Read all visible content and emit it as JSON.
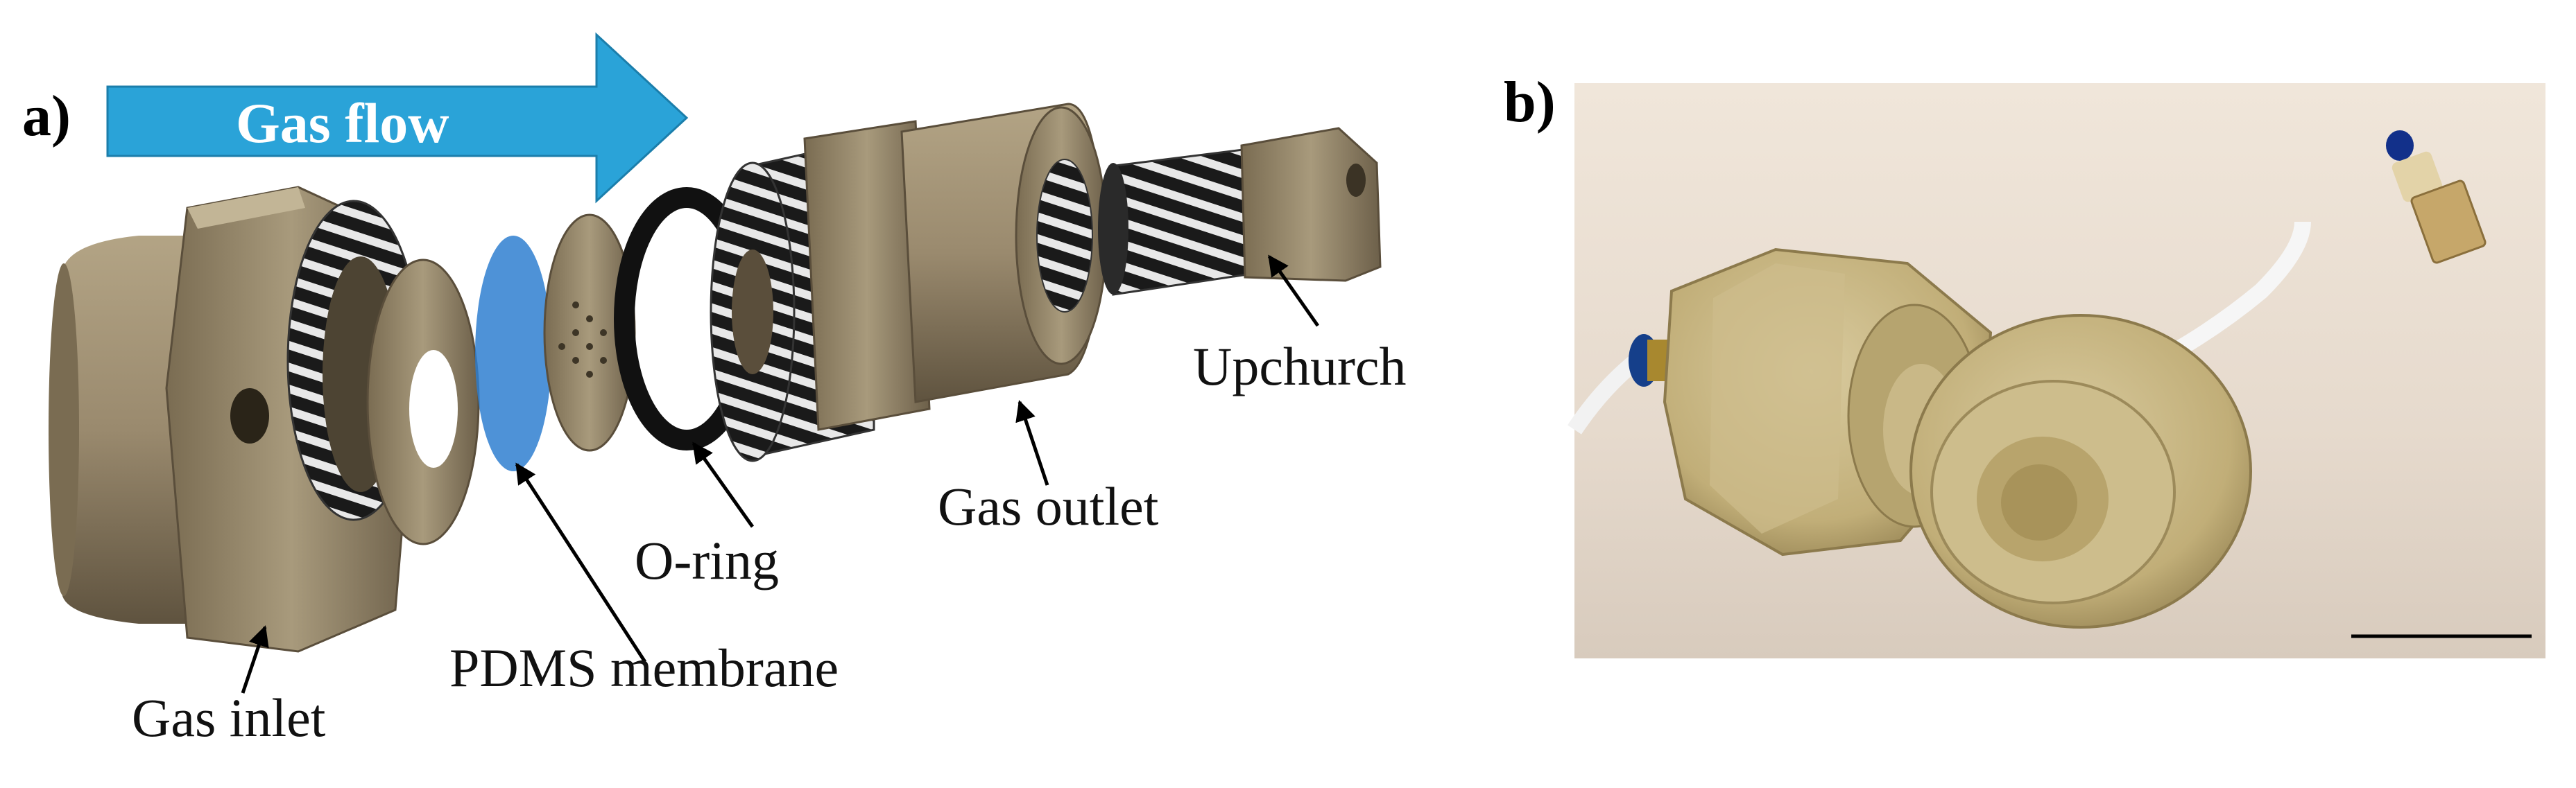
{
  "panels": [
    {
      "letter": "a)"
    },
    {
      "letter": "b)"
    }
  ],
  "flow_arrow": {
    "text": "Gas flow",
    "color": "#2aa3d8"
  },
  "labels": {
    "gas_inlet": "Gas inlet",
    "pdms_membrane": "PDMS membrane",
    "o_ring": "O-ring",
    "gas_outlet": "Gas outlet",
    "upchurch": "Upchurch"
  },
  "colors": {
    "part_body": "#9a8a6e",
    "membrane": "#2f7fd0",
    "o_ring": "#111111",
    "photo_background": "#e7dcd2",
    "printed_part": "#c9b887"
  }
}
